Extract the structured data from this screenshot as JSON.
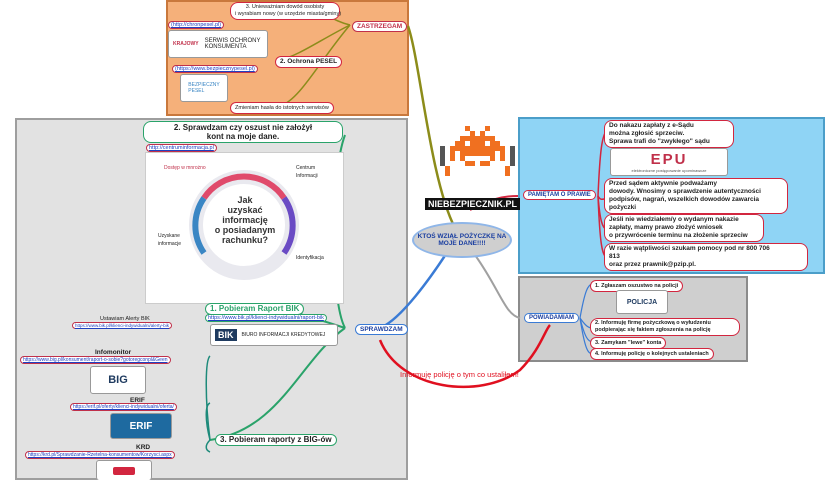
{
  "center": {
    "question": "KTOŚ WZIĄŁ POŻYCZKĘ NA MOJE DANE!!!!",
    "brand": "NIEBEZPIECZNIK.PL"
  },
  "zastrzegam": {
    "label": "ZASTRZEGAM",
    "step3": "3. Unieważniam dowód osobisty\ni wyrabiam nowy (w urzędzie miasta/gminy)",
    "step2": "2. Ochrona PESEL",
    "link_krs": "(http://chronpesel.pl)",
    "logo_krs_name": "SERWIS OCHRONY\nKONSUMENTA",
    "logo_krs_brand": "KRAJOWY",
    "link_bp": "(https://www.bezpiecznypesel.pl)",
    "logo_bp": "BEZPIECZNY\nPESEL",
    "step_last": "Zmieniam hasła do istotnych serwisów"
  },
  "sprawdzam": {
    "label": "SPRAWDZAM",
    "step2_title": "2. Sprawdzam czy oszust nie założył\nkont na moje dane.",
    "step2_link": "http://centruminformacja.pl",
    "info_title": "Jak\nuzyskać\ninformację\no posiadanym\nrachunku?",
    "info_items": [
      "Dostęp w mnrożno",
      "Centrum\nInformacji",
      "Uzyskane\ninformacje",
      "Identyfikacja"
    ],
    "step1_title": "1. Pobieram Raport BIK",
    "step1_link": "https://www.bik.pl/klienci-indywidualni/raport-bik",
    "alert_title": "Ustawiam Alerty BIK",
    "alert_link": "https://www.bik.pl/klienci-indywidualni/alerty-bik",
    "bik_logo": "BIK",
    "bik_name": "BIURO INFORMACJI KREDYTOWEJ",
    "infomonitor": "Infomonitor",
    "infomonitor_link": "https://www.big.pl/konsument/raport-o-sobie?gotoregconpl&Geen",
    "big_logo": "BIG",
    "erif": "ERIF",
    "erif_link": "https://erif.pl/oferty/klienci-indywidualni/oferta/",
    "erif_logo": "ERIF",
    "krd": "KRD",
    "krd_link": "https://krd.pl/Sprawdzanie-Rzetelna-konsumentow/Korzysci.aspx",
    "step3_title": "3. Pobieram raporty z BIG-ów"
  },
  "pamietam": {
    "label": "PAMIĘTAM O PRAWIE",
    "n1": "Do nakazu zapłaty z e-Sądu\nmożna zgłosić sprzeciw.\nSprawa trafi do \"zwykłego\" sądu",
    "epu": "EPU",
    "epu_sub": "elektroniczne postępowanie upominawcze",
    "n2": "Przed sądem aktywnie podważamy\ndowody. Wnosimy o sprawdzenie autentyczności\npodpisów, nagrań, wszelkich dowodów zawarcia\npożyczki",
    "n3": "Jeśli nie wiedziałem/y o wydanym nakazie\nzapłaty, mamy prawo złożyć wniosek\no przywrócenie terminu na złożenie sprzeciw",
    "n4": "W razie wątpliwości szukam pomocy pod nr 800 706\n813\noraz przez prawnik@pzip.pl."
  },
  "powiadamiam": {
    "label": "POWIADAMIAM",
    "s1": "1. Zgłaszam oszustwo na policji",
    "policja": "POLICJA",
    "s2": "2. Informuję firmę pożyczkową o wyłudzeniu\npodpierając się faktem zgłoszenia na policję",
    "s3": "3. Zamykam \"lewe\" konta",
    "s4": "4. Informuję policję o kolejnych ustaleniach",
    "bottom": "Informuję policję o tym co ustaliłem!"
  },
  "colors": {
    "orange": "#f5b07a",
    "blue": "#8fd4f5",
    "gray": "#e2e2e2",
    "red": "#d2263f",
    "green": "#2aa36a",
    "invader": "#f07020"
  }
}
